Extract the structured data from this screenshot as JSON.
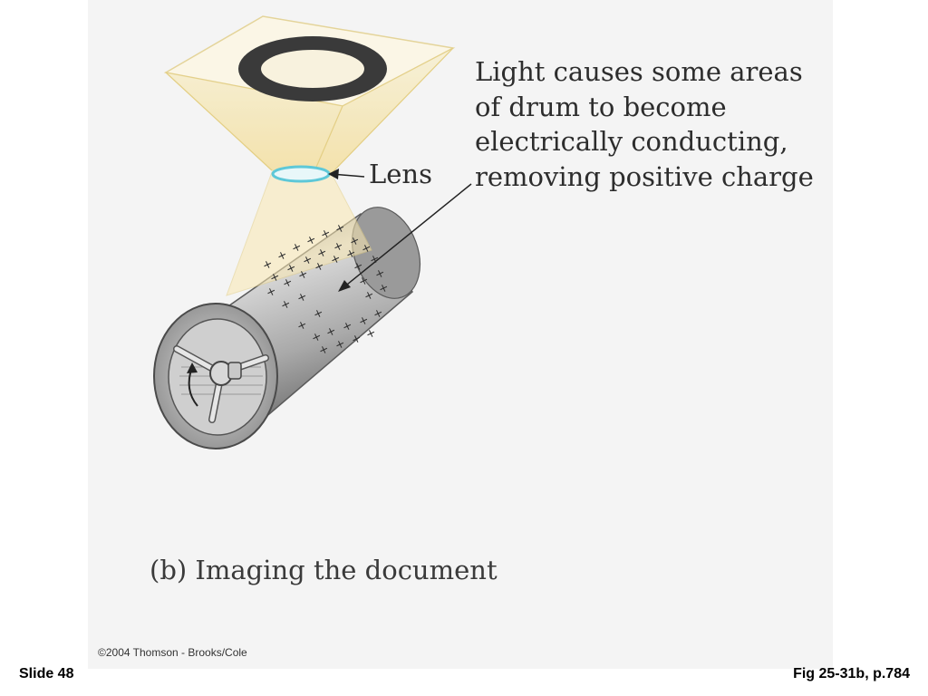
{
  "diagram": {
    "annotation_lines": [
      "Light causes some areas",
      "of drum to become",
      "electrically conducting,",
      "removing positive charge"
    ],
    "lens_label": "Lens",
    "caption": "(b) Imaging the document",
    "charge_symbol": "+"
  },
  "footer": {
    "copyright": "©2004 Thomson - Brooks/Cole",
    "slide_number": "Slide 48",
    "figure_reference": "Fig 25-31b, p.784"
  },
  "colors": {
    "light_beam": "#f7e7b0",
    "lens": "#5ec8d8",
    "drum_metal": "#b8b8b8",
    "document_ring": "#3a3a3a"
  }
}
